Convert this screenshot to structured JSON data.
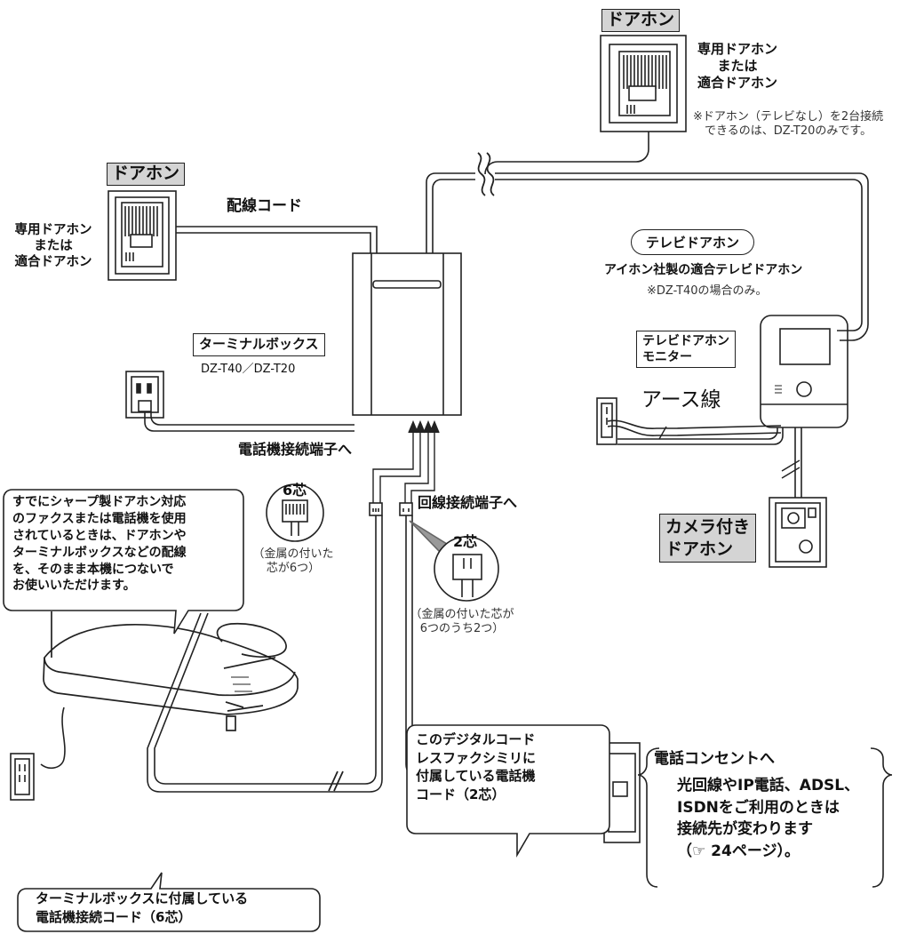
{
  "door_top": {
    "header": "ドアホン",
    "desc": "専用ドアホン\nまたは\n適合ドアホン",
    "note": "※ドアホン（テレビなし）を2台接続\n　できるのは、DZ-T20のみです。"
  },
  "door_left": {
    "header": "ドアホン",
    "desc": "専用ドアホン\nまたは\n適合ドアホン"
  },
  "wiring_cord": "配線コード",
  "terminal_box": {
    "label": "ターミナルボックス",
    "model": "DZ-T40／DZ-T20"
  },
  "tv_doorphone": {
    "pill": "テレビドアホン",
    "maker": "アイホン社製の適合テレビドアホン",
    "note": "※DZ-T40の場合のみ。",
    "monitor_label": "テレビドアホン\nモニター",
    "earth_wire": "アース線"
  },
  "camera_door": "カメラ付き\nドアホン",
  "phone_terminal": "電話機接続端子へ",
  "line_terminal": "回線接続端子へ",
  "plug6": {
    "label": "6芯",
    "note": "（金属の付いた\n芯が6つ）"
  },
  "plug2": {
    "label": "2芯",
    "note": "（金属の付いた芯が\n6つのうち2つ）"
  },
  "bubble_sharp": "すでにシャープ製ドアホン対応\nのファクスまたは電話機を使用\nされているときは、ドアホンや\nターミナルボックスなどの配線\nを、そのまま本機につないで\nお使いいただけます。",
  "bubble_cord": "このデジタルコード\nレスファクシミリに\n付属している電話機\nコード（2芯）",
  "bubble_terminal_cord": "ターミナルボックスに付属している\n電話機接続コード（6芯）",
  "outlet_note": {
    "title": "電話コンセントへ",
    "body": "光回線やIP電話、ADSL、\nISDNをご利用のときは\n接続先が変わります\n（☞ 24ページ）。"
  }
}
